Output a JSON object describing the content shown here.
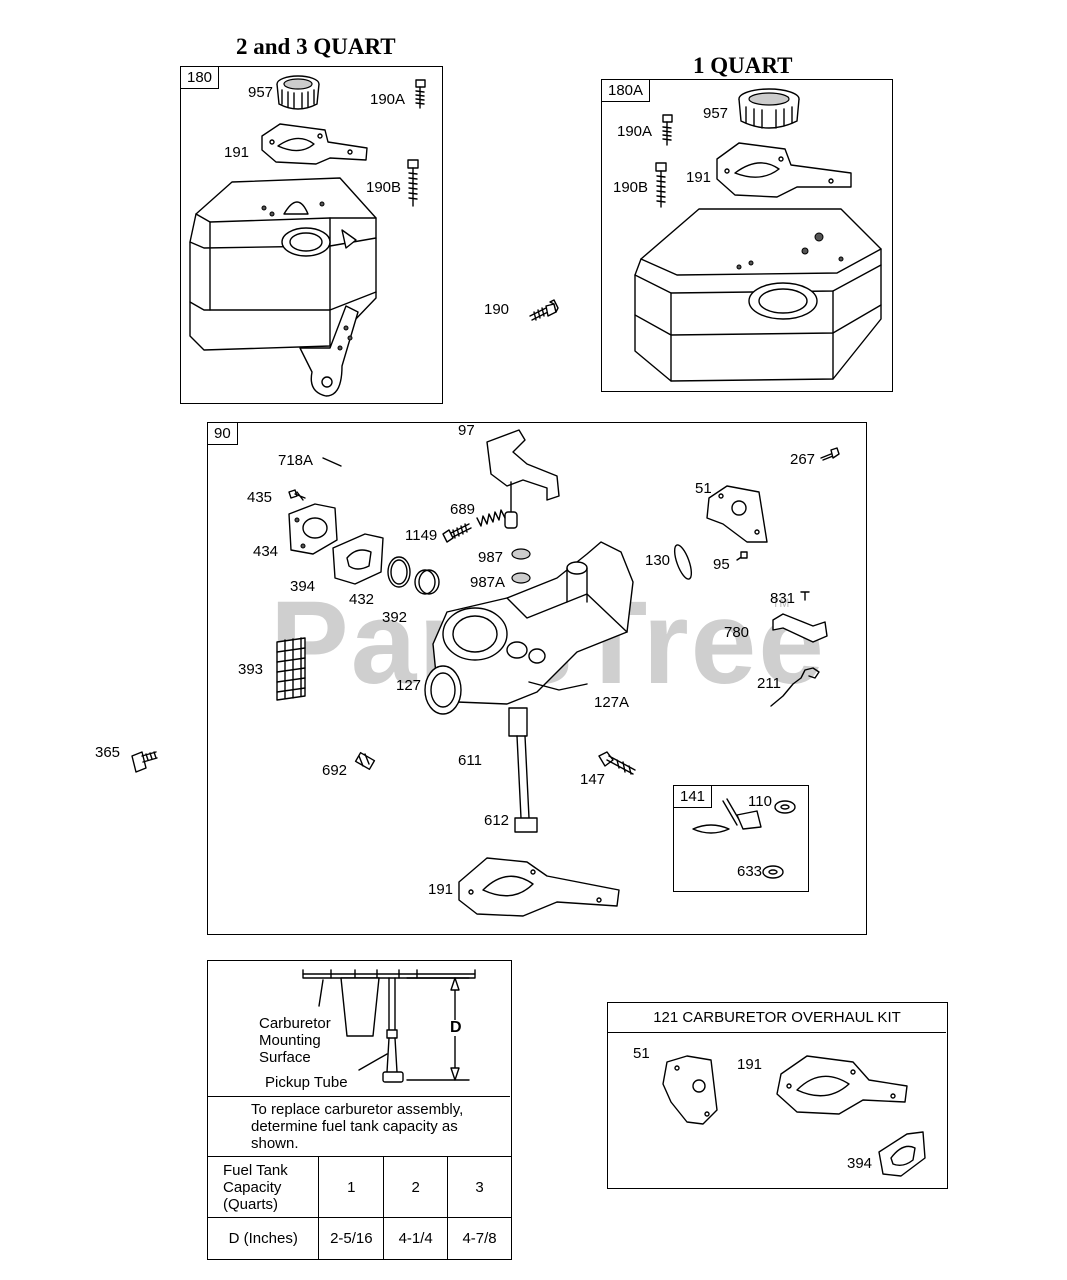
{
  "titles": {
    "left": "2 and 3 QUART",
    "right": "1 QUART"
  },
  "watermark": {
    "text": "PartsTree",
    "tm": "TM"
  },
  "box_180": {
    "tag": "180",
    "labels": {
      "cap": "957",
      "screw_a": "190A",
      "gasket": "191",
      "screw_b": "190B"
    }
  },
  "box_180a": {
    "tag": "180A",
    "labels": {
      "cap": "957",
      "screw_a": "190A",
      "gasket": "191",
      "screw_b": "190B"
    }
  },
  "loose": {
    "bolt_190": "190",
    "bolt_365": "365"
  },
  "box_90": {
    "tag": "90",
    "labels": {
      "p718a": "718A",
      "p97": "97",
      "p267": "267",
      "p51": "51",
      "p435": "435",
      "p689": "689",
      "p1149": "1149",
      "p434": "434",
      "p987": "987",
      "p130": "130",
      "p95": "95",
      "p394": "394",
      "p987a": "987A",
      "p432": "432",
      "p831": "831",
      "p392": "392",
      "p780": "780",
      "p393": "393",
      "p127": "127",
      "p211": "211",
      "p127a": "127A",
      "p611": "611",
      "p692": "692",
      "p147": "147",
      "p612": "612",
      "p191": "191"
    },
    "sub_141": {
      "tag": "141",
      "labels": {
        "p110": "110",
        "p633": "633"
      }
    }
  },
  "measure": {
    "mounting_surface": [
      "Carburetor",
      "Mounting",
      "Surface"
    ],
    "pickup_tube": "Pickup Tube",
    "dimension": "D",
    "instruction": "To replace carburetor assembly, determine fuel tank capacity as shown.",
    "table": {
      "row1_header": "Fuel Tank Capacity (Quarts)",
      "row1_values": [
        "1",
        "2",
        "3"
      ],
      "row2_header": "D (Inches)",
      "row2_values": [
        "2-5/16",
        "4-1/4",
        "4-7/8"
      ]
    }
  },
  "kit": {
    "title": "121 CARBURETOR OVERHAUL KIT",
    "labels": {
      "p51": "51",
      "p191": "191",
      "p394": "394"
    }
  }
}
